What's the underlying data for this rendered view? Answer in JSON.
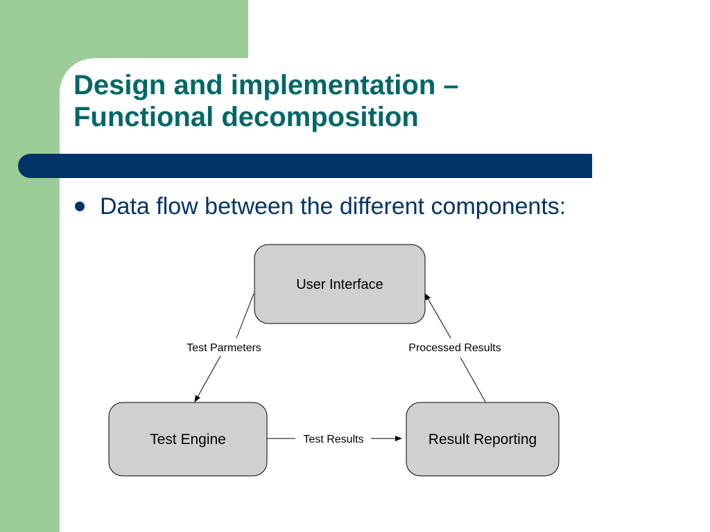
{
  "slide": {
    "title_line1": "Design and implementation –",
    "title_line2": "Functional decomposition",
    "bullet": "Data flow between the different components:"
  },
  "diagram": {
    "nodes": {
      "user_interface": "User Interface",
      "test_engine": "Test Engine",
      "result_reporting": "Result Reporting"
    },
    "edges": {
      "test_parameters": "Test Parmeters",
      "processed_results": "Processed Results",
      "test_results": "Test Results"
    }
  },
  "colors": {
    "green": "#9ccc96",
    "navy": "#003366",
    "teal_title": "#006666",
    "box_fill": "#d0d0d0"
  }
}
